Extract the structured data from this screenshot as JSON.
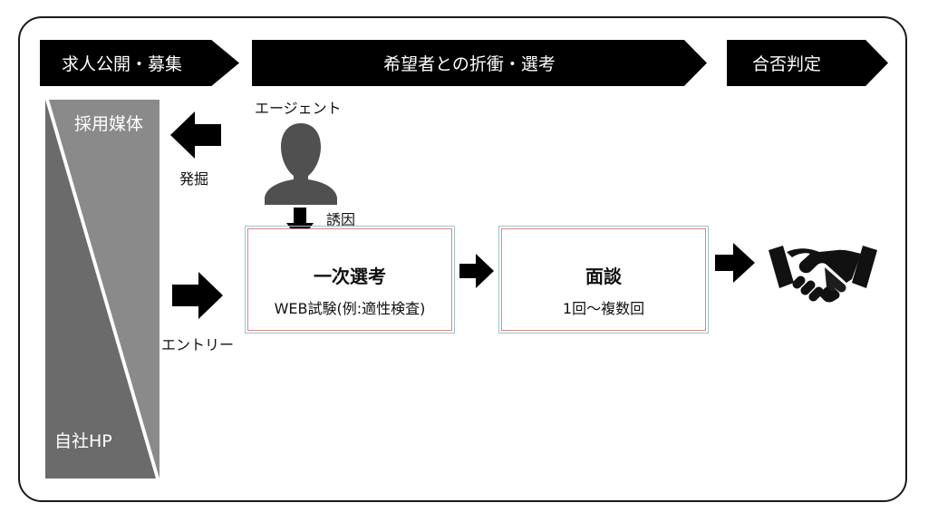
{
  "stages": [
    {
      "label": "求人公開・募集"
    },
    {
      "label": "希望者との折衝・選考"
    },
    {
      "label": "合否判定"
    }
  ],
  "channels": {
    "top": "採用媒体",
    "bottom": "自社HP"
  },
  "arrows": {
    "discover": "発掘",
    "entry": "エントリー",
    "invite": "誘因"
  },
  "agent": {
    "label": "エージェント",
    "icon": "person-silhouette-icon"
  },
  "steps": [
    {
      "title": "一次選考",
      "subtitle": "WEB試験(例:適性検査)"
    },
    {
      "title": "面談",
      "subtitle": "1回～複数回"
    }
  ],
  "outcome_icon": "handshake-icon",
  "colors": {
    "banner": "#000000",
    "channel_dark": "#6b6b6b",
    "channel_light": "#8a8a8a",
    "agent_icon": "#505050"
  }
}
